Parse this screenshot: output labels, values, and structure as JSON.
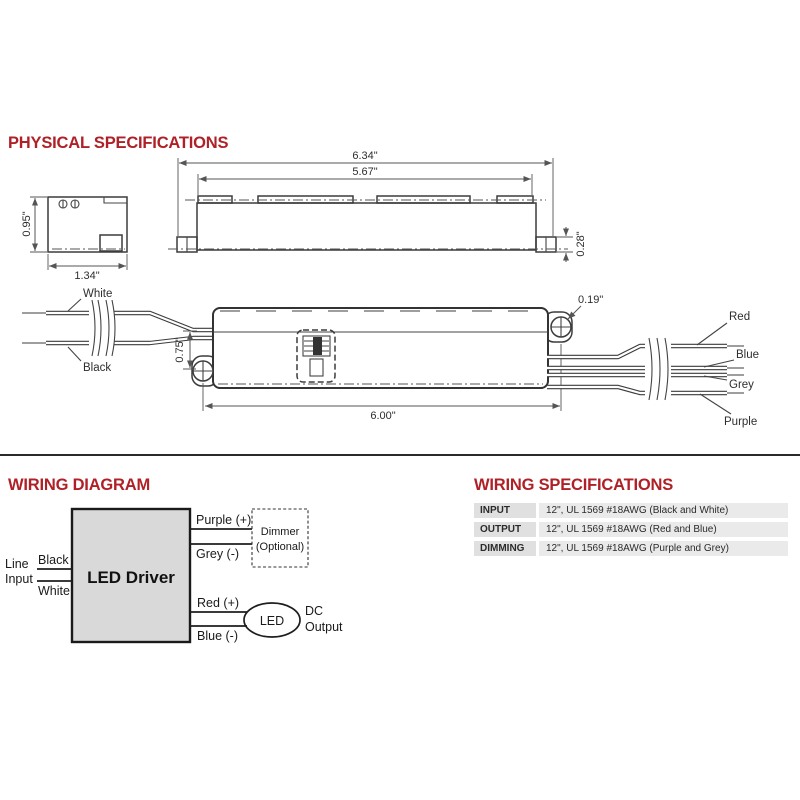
{
  "colors": {
    "accent_red": "#AF2127",
    "drawing_line": "#3c3c3c",
    "table_row_grey": "#eaeaea"
  },
  "physical": {
    "title": "PHYSICAL SPECIFICATIONS",
    "dims": {
      "end_height": "0.95\"",
      "end_width": "1.34\"",
      "overall_length": "6.34\"",
      "body_length": "5.67\"",
      "bracket_height": "0.28\"",
      "lead_offset": "0.75\"",
      "hole_diameter": "0.19\"",
      "mounting_length": "6.00\""
    },
    "wires": {
      "white": "White",
      "black": "Black",
      "red": "Red",
      "blue": "Blue",
      "grey": "Grey",
      "purple": "Purple"
    }
  },
  "wiring_diagram": {
    "title": "WIRING DIAGRAM",
    "driver": "LED Driver",
    "line": "Line",
    "input": "Input",
    "black": "Black",
    "white": "White",
    "purple": "Purple (+)",
    "grey": "Grey (-)",
    "dimmer_line1": "Dimmer",
    "dimmer_line2": "(Optional)",
    "red": "Red (+)",
    "blue": "Blue (-)",
    "led": "LED",
    "dc": "DC",
    "output": "Output"
  },
  "wiring_specs": {
    "title": "WIRING SPECIFICATIONS",
    "rows": [
      {
        "label": "INPUT",
        "value": "12\", UL 1569 #18AWG (Black and White)"
      },
      {
        "label": "OUTPUT",
        "value": "12\", UL 1569 #18AWG (Red and Blue)"
      },
      {
        "label": "DIMMING",
        "value": "12\", UL 1569 #18AWG (Purple and Grey)"
      }
    ]
  }
}
